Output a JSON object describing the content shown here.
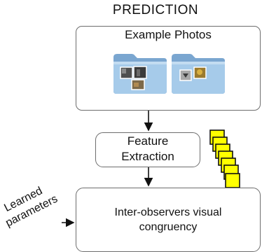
{
  "title": "PREDICTION",
  "nodes": {
    "photos": {
      "label": "Example Photos"
    },
    "feature": {
      "line1": "Feature",
      "line2": "Extraction"
    },
    "ioc": {
      "line1": "Inter-observers visual",
      "line2": "congruency"
    }
  },
  "side_input": {
    "line1": "Learned",
    "line2": "parameters"
  },
  "colors": {
    "folder": "#9fc4e6",
    "folder_dark": "#7aa6d0",
    "feature_square": "#ffff00",
    "border": "#6d6d6d"
  },
  "icons": [
    "folder-icon",
    "folder-icon",
    "feature-stack-icon"
  ]
}
